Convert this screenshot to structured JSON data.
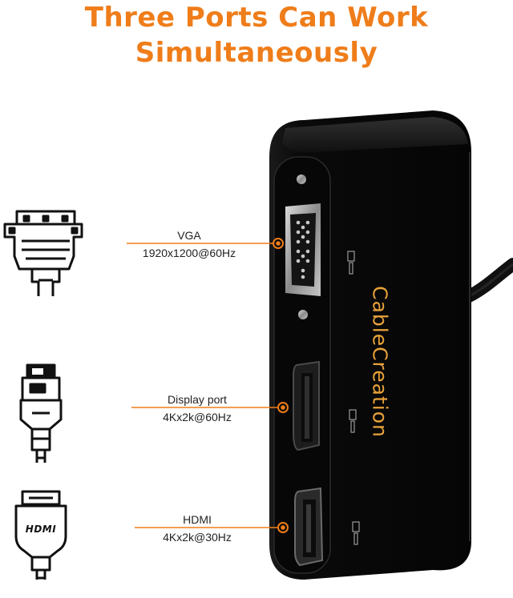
{
  "headline": {
    "line1": "Three Ports Can Work",
    "line2": "Simultaneously"
  },
  "brand": "CableCreation",
  "ports": [
    {
      "name": "VGA",
      "spec": "1920x1200@60Hz",
      "icon": "vga-connector-icon"
    },
    {
      "name": "Display port",
      "spec": "4Kx2k@60Hz",
      "icon": "displayport-connector-icon"
    },
    {
      "name": "HDMI",
      "spec": "4Kx2k@30Hz",
      "icon": "hdmi-connector-icon"
    }
  ],
  "hdmi_logo_text": "HDMI",
  "colors": {
    "accent": "#ef7d1a",
    "brand_text": "#e8a23a",
    "device_body": "#0b0b0b"
  }
}
